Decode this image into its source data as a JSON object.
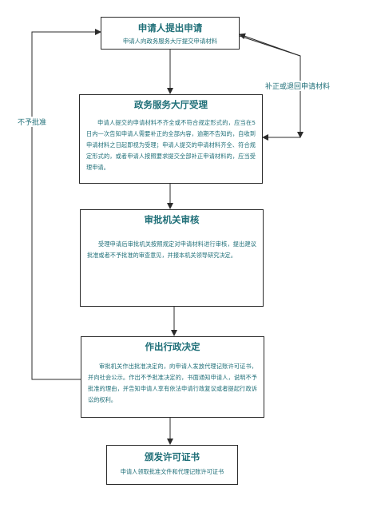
{
  "steps": {
    "apply": {
      "title": "申请人提出申请",
      "subtitle": "申请人向政务服务大厅提交申请材料"
    },
    "accept": {
      "title": "政务服务大厅受理",
      "body": "申请人提交的申请材料不齐全或不符合规定形式的，应当在5日内一次告知申请人需要补正的全部内容，逾期不告知的，自收到申请材料之日起即视为受理；申请人提交的申请材料齐全、符合规定形式的，或者申请人按照要求提交全部补正申请材料的，应当受理申请。"
    },
    "review": {
      "title": "审批机关审核",
      "body": "受理申请后审批机关按照规定对申请材料进行审核，提出建议批准或者不予批准的审查意见，并报本机关领导研究决定。"
    },
    "decide": {
      "title": "作出行政决定",
      "body": "审批机关作出批准决定的，向申请人发放代理记账许可证书，并向社会公示。作出不予批准决定的，书面通知申请人，说明不予批准的理由，并告知申请人享有依法申请行政复议或者提起行政诉讼的权利。"
    },
    "issue": {
      "title": "颁发许可证书",
      "subtitle": "申请人领取批准文件和代理记账许可证书"
    }
  },
  "side_labels": {
    "rejected": "不予批准",
    "supplement": "补正或退回申请材料"
  },
  "colors": {
    "text": "#1f6f78",
    "line": "#2b2b2b"
  }
}
